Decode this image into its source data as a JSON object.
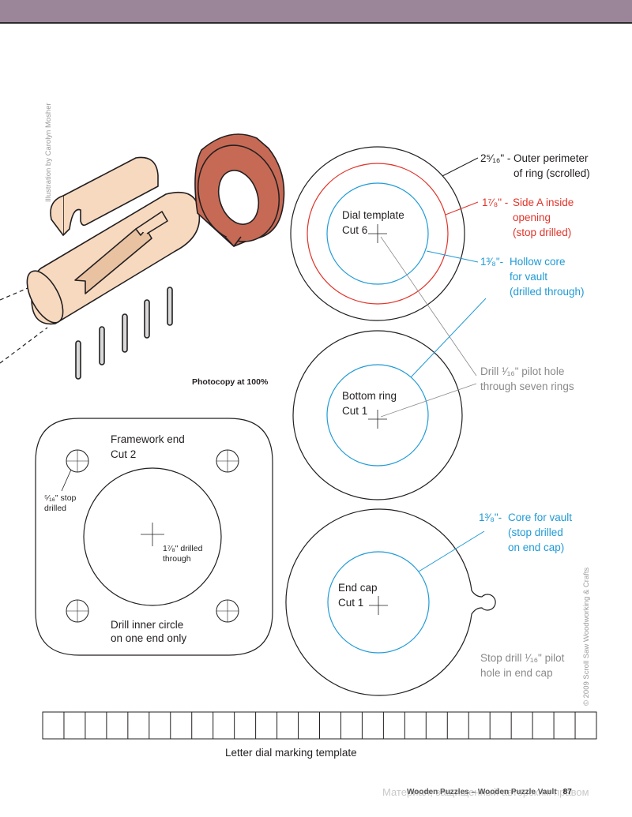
{
  "header": {
    "bar_color": "#9b8599"
  },
  "credit": "Illustration by Carolyn Mosher",
  "copyright": "© 2009  Scroll Saw Woodworking & Crafts",
  "photocopy_note": "Photocopy at 100%",
  "dial": {
    "label_line1": "Dial template",
    "label_line2": "Cut 6",
    "outer": {
      "size": "2⁵⁄₁₆\" -",
      "line1": "Outer perimeter",
      "line2": "of ring (scrolled)"
    },
    "sideA": {
      "size": "1⁷⁄₈\" -",
      "line1": "Side A inside",
      "line2": "opening",
      "line3": "(stop drilled)"
    },
    "core": {
      "size": "1³⁄₈\"-",
      "line1": "Hollow core",
      "line2": "for vault",
      "line3": "(drilled through)"
    }
  },
  "pilot": {
    "line1": "Drill ¹⁄₁₆\" pilot hole",
    "line2": "through seven rings"
  },
  "bottom_ring": {
    "label_line1": "Bottom ring",
    "label_line2": "Cut 1"
  },
  "end_cap": {
    "label_line1": "End cap",
    "label_line2": "Cut 1",
    "core": {
      "size": "1³⁄₈\"-",
      "line1": "Core for vault",
      "line2": "(stop drilled",
      "line3": "on end cap)"
    },
    "stop": {
      "line1": "Stop drill ¹⁄₁₆\" pilot",
      "line2": "hole in end cap"
    }
  },
  "framework": {
    "label_line1": "Framework end",
    "label_line2": "Cut 2",
    "hole_note_line1": "⁵⁄₁₆\" stop",
    "hole_note_line2": "drilled",
    "center_note_line1": "1⁷⁄₈\" drilled",
    "center_note_line2": "through",
    "drill_line1": "Drill inner circle",
    "drill_line2": "on one end only"
  },
  "letter_template": {
    "caption": "Letter dial marking template",
    "cells": 26
  },
  "footer": {
    "text": "Wooden Puzzles – Wooden Puzzle Vault",
    "page": "87"
  },
  "watermark": "Материал, защищенный авторским правом",
  "colors": {
    "red": "#e0352b",
    "blue": "#1f9ad6",
    "grey": "#8a8a8a",
    "terracotta": "#c66a55",
    "wood": "#f7d9bf"
  }
}
